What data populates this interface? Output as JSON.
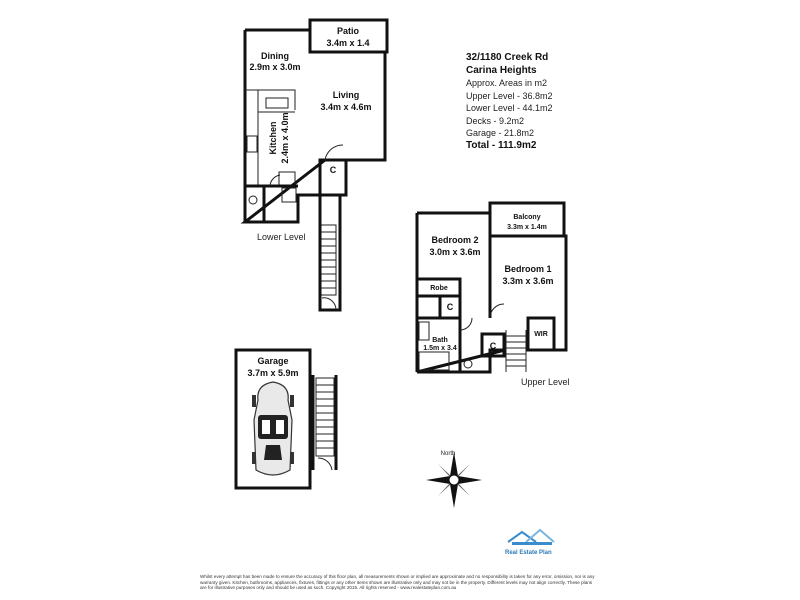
{
  "address": {
    "line1": "32/1180 Creek Rd",
    "line2": "Carina Heights"
  },
  "areas": {
    "heading": "Approx. Areas in m2",
    "upper": "Upper Level - 36.8m2",
    "lower": "Lower Level - 44.1m2",
    "decks": "Decks - 9.2m2",
    "garage": "Garage - 21.8m2",
    "total": "Total - 111.9m2"
  },
  "rooms": {
    "patio": {
      "name": "Patio",
      "dims": "3.4m x 1.4"
    },
    "dining": {
      "name": "Dining",
      "dims": "2.9m x 3.0m"
    },
    "living": {
      "name": "Living",
      "dims": "3.4m x 4.6m"
    },
    "kitchen": {
      "name": "Kitchen",
      "dims": "2.4m x 4.0m"
    },
    "lower_cupboard": "C",
    "balcony": {
      "name": "Balcony",
      "dims": "3.3m x 1.4m"
    },
    "bed2": {
      "name": "Bedroom 2",
      "dims": "3.0m x 3.6m"
    },
    "bed1": {
      "name": "Bedroom 1",
      "dims": "3.3m x 3.6m"
    },
    "robe": "Robe",
    "upper_cupboard1": "C",
    "upper_cupboard2": "C",
    "wir": "WIR",
    "bath": {
      "name": "Bath",
      "dims": "1.5m x 3.4"
    },
    "garage": {
      "name": "Garage",
      "dims": "3.7m x 5.9m"
    }
  },
  "levels": {
    "lower": "Lower Level",
    "upper": "Upper Level"
  },
  "compass": {
    "label": "North"
  },
  "logo": {
    "text": "Real Estate Plan"
  },
  "disclaimer": "Whilst every attempt has been made to ensure the accuracy of this floor plan, all measurements shown or implied are approximate and no responsibility is taken for any error, omission, nor is any warranty given. Kitchen, bathrooms, appliances, fixtures, fittings or any other items shown are illustrative only and may not be in the property. Different levels may not align correctly. These plans are for illustrative purposes only and should be used as such. Copyright 2015. All rights reserved - www.realestateplan.com.au"
}
